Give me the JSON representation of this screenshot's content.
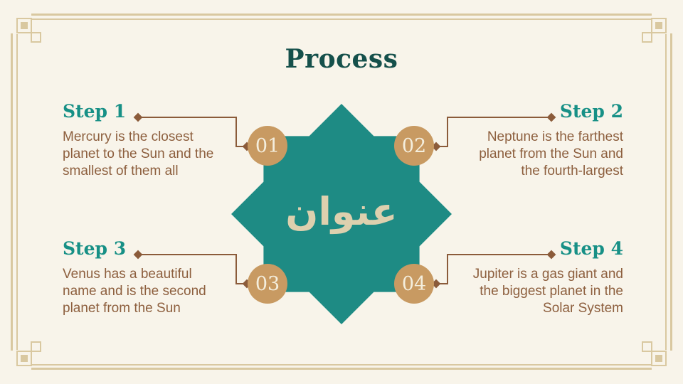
{
  "title": "Process",
  "center_label": "عنوان",
  "steps": [
    {
      "number": "01",
      "title": "Step 1",
      "lines": [
        "Mercury is the closest",
        "planet to the Sun and the",
        "smallest of them all"
      ]
    },
    {
      "number": "02",
      "title": "Step 2",
      "lines": [
        "Neptune is the farthest",
        "planet from the Sun and",
        "the fourth-largest"
      ]
    },
    {
      "number": "03",
      "title": "Step 3",
      "lines": [
        "Venus has a beautiful",
        "name and is the second",
        "planet from the Sun"
      ]
    },
    {
      "number": "04",
      "title": "Step 4",
      "lines": [
        "Jupiter is a gas giant and",
        "the biggest planet in the",
        "Solar System"
      ]
    }
  ],
  "colors": {
    "background": "#f8f4ea",
    "frame": "#d9c8a0",
    "star": "#1e8b84",
    "title_text": "#15504b",
    "step_title_text": "#179086",
    "body_text": "#8d5f3e",
    "badge": "#c89a62",
    "badge_text": "#f4eedd",
    "center_text": "#ddd0ae",
    "connector": "#8b5b3a"
  }
}
